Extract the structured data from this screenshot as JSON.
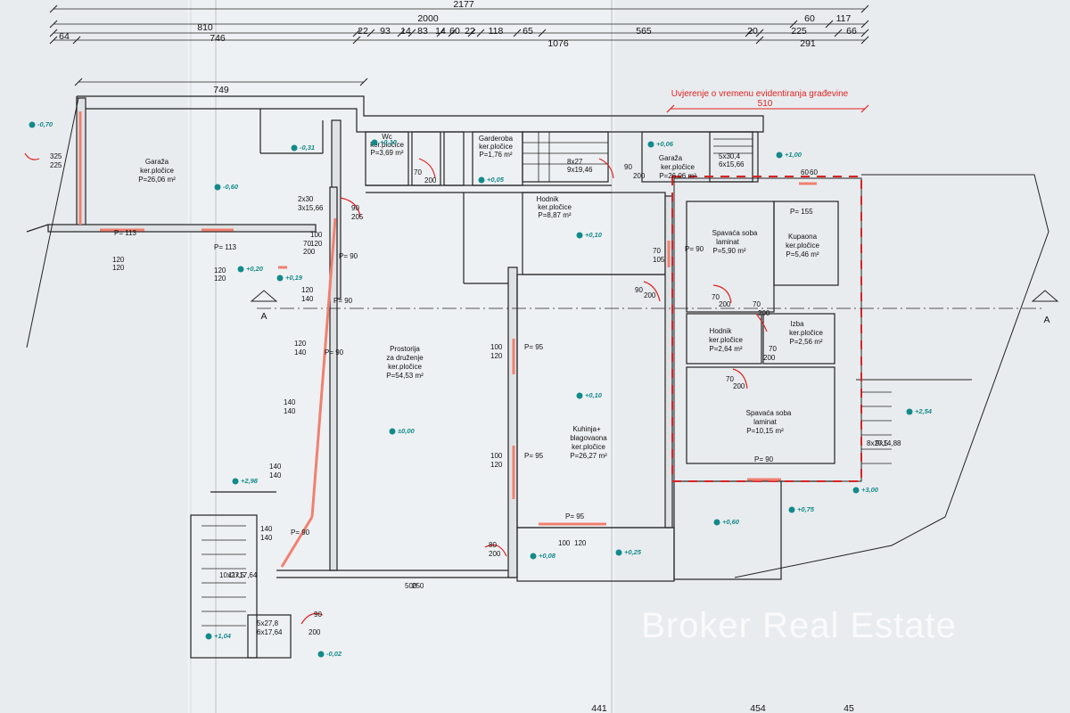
{
  "top_dims": {
    "row1": [
      "2177"
    ],
    "row2": [
      "2000",
      "60",
      "117"
    ],
    "row3": [
      "810",
      "22",
      "93",
      "14",
      "83",
      "14",
      "60",
      "22",
      "118",
      "65",
      "565",
      "20",
      "225",
      "66"
    ],
    "row4": [
      "64",
      "746",
      "1076",
      "291"
    ]
  },
  "bottom_dims": [
    "441",
    "454",
    "45"
  ],
  "left_dim": "749",
  "red_note": {
    "title": "Uvjerenje o vremenu evidentiranja građevine",
    "value": "510"
  },
  "section_marker": "A",
  "rooms": [
    {
      "name": "Garaža",
      "floor": "ker.pločice",
      "area": "P=26,06 m²"
    },
    {
      "name": "Wc",
      "floor": "ker.pločice",
      "area": "P=3,69 m²"
    },
    {
      "name": "Garderoba",
      "floor": "ker.pločice",
      "area": "P=1,76 m²"
    },
    {
      "name": "Garaža",
      "floor": "ker.pločice",
      "area": "P=26,06 m²"
    },
    {
      "name": "Hodnik",
      "floor": "ker.pločice",
      "area": "P=8,87 m²"
    },
    {
      "name": "Spavaća soba",
      "floor": "laminat",
      "area": "P=5,90 m²"
    },
    {
      "name": "Kupaona",
      "floor": "ker.pločice",
      "area": "P=5,46 m²"
    },
    {
      "name": "Hodnik",
      "floor": "ker.pločice",
      "area": "P=2,64 m²"
    },
    {
      "name": "Izba",
      "floor": "ker.pločice",
      "area": "P=2,56 m²"
    },
    {
      "name": "Spavaća soba",
      "floor": "laminat",
      "area": "P=10,15 m²"
    },
    {
      "name": "Prostorija",
      "name2": "za druženje",
      "floor": "ker.pločice",
      "area": "P=54,53 m²"
    },
    {
      "name": "Kuhinja+",
      "name2": "blagovaona",
      "floor": "ker.pločice",
      "area": "P=26,27 m²"
    }
  ],
  "levels": [
    "-0,70",
    "-0,31",
    "-0,60",
    "+0,10",
    "+0,05",
    "+0,06",
    "+1,00",
    "+0,10",
    "+0,20",
    "+0,19",
    "±0,00",
    "+0,10",
    "+2,54",
    "+2,98",
    "+0,60",
    "+0,75",
    "+3,00",
    "+0,08",
    "+0,25",
    "+1,04",
    "-0,02"
  ],
  "openings": [
    {
      "top": "325",
      "bottom": "225"
    },
    {
      "top": "P= 113"
    },
    {
      "top": "P= 113"
    },
    {
      "top": "120",
      "bottom": "120"
    },
    {
      "top": "120",
      "bottom": "120"
    },
    {
      "top": "120",
      "bottom": "140"
    },
    {
      "top": "100",
      "bottom": "120"
    },
    {
      "top": "70",
      "bottom": "200"
    },
    {
      "top": "90",
      "bottom": "205"
    },
    {
      "top": "70",
      "bottom": "200"
    },
    {
      "top": "90",
      "bottom": "200"
    },
    {
      "top": "P= 90"
    },
    {
      "top": "P= 90"
    },
    {
      "top": "120",
      "bottom": "140"
    },
    {
      "top": "P= 90"
    },
    {
      "top": "140",
      "bottom": "140"
    },
    {
      "top": "140",
      "bottom": "140"
    },
    {
      "top": "140",
      "bottom": "140"
    },
    {
      "top": "P= 90"
    },
    {
      "top": "100",
      "bottom": "120"
    },
    {
      "top": "P= 95"
    },
    {
      "top": "100",
      "bottom": "120"
    },
    {
      "top": "P= 95"
    },
    {
      "top": "P= 95"
    },
    {
      "top": "100",
      "bottom": "120"
    },
    {
      "top": "80",
      "bottom": "200"
    },
    {
      "top": "500",
      "bottom": "250"
    },
    {
      "top": "70",
      "bottom": "105"
    },
    {
      "top": "P= 90"
    },
    {
      "top": "90",
      "bottom": "200"
    },
    {
      "top": "70",
      "bottom": "200"
    },
    {
      "top": "70",
      "bottom": "200"
    },
    {
      "top": "70",
      "bottom": "200"
    },
    {
      "top": "70",
      "bottom": "200"
    },
    {
      "top": "P= 155"
    },
    {
      "top": "P= 90"
    },
    {
      "top": "60",
      "bottom": "60"
    },
    {
      "top": "2x30",
      "bottom": "3x15,66"
    },
    {
      "top": "8x27",
      "bottom": "9x19,46"
    },
    {
      "top": "5x30,4",
      "bottom": "6x15,66"
    },
    {
      "top": "8x27,5",
      "bottom": "9x14,88"
    },
    {
      "top": "10x27,5",
      "bottom": "11x17,64"
    },
    {
      "top": "5x27,8",
      "bottom": "6x17,64"
    },
    {
      "top": "90",
      "bottom": "200"
    }
  ],
  "watermark": "Broker Real Estate",
  "colors": {
    "paper": "#e9ecef",
    "wall": "#222222",
    "red_dim": "#dd2222",
    "level": "#138a8a",
    "window": "#f4a08a"
  }
}
